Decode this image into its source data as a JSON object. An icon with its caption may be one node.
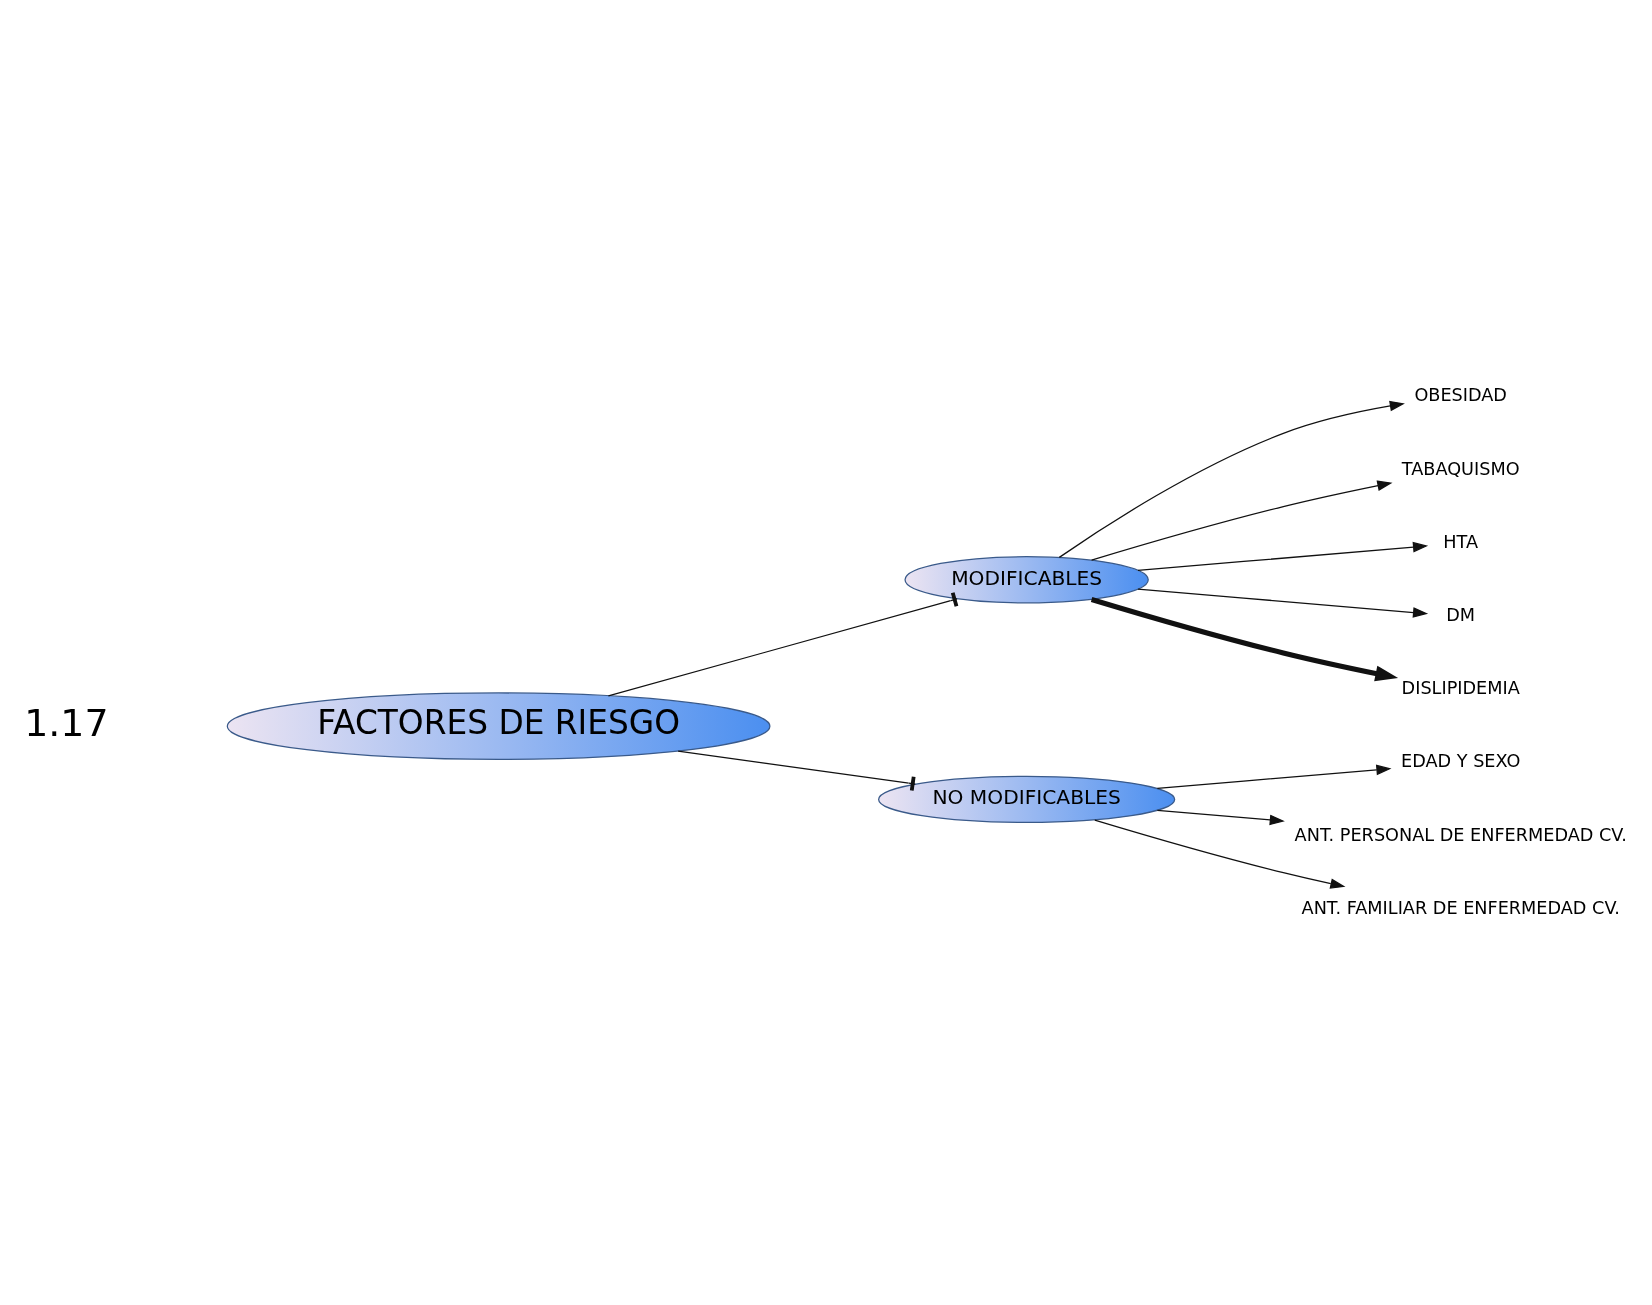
{
  "diagram": {
    "nodes": [
      {
        "text": [
          "FACTORES DE RIESGO"
        ]
      },
      {
        "text": [
          "MODIFICABLES"
        ]
      },
      {
        "text": [
          "NO MODIFICABLES"
        ]
      },
      {
        "text": [
          "OBESIDAD"
        ]
      },
      {
        "text": [
          "TABAQUISMO"
        ]
      },
      {
        "text": [
          "HTA"
        ]
      },
      {
        "text": [
          "DM"
        ]
      },
      {
        "text": [
          "DISLIPIDEMIA"
        ]
      },
      {
        "text": [
          "EDAD Y SEXO"
        ]
      },
      {
        "text": [
          "ANT. PERSONAL DE ENFERMEDAD CV."
        ]
      },
      {
        "text": [
          "ANT. FAMILIAR DE ENFERMEDAD CV."
        ]
      }
    ],
    "edges": [
      {
        "from": 0,
        "to": 1,
        "arrow": "other"
      },
      {
        "from": 1,
        "to": 3,
        "arrow": "to"
      },
      {
        "from": 1,
        "to": 4,
        "arrow": "to"
      },
      {
        "from": 1,
        "to": 5,
        "arrow": "to"
      },
      {
        "from": 1,
        "to": 6,
        "arrow": "to"
      },
      {
        "from": 1,
        "to": 7,
        "arrow": "to",
        "style": "thick"
      },
      {
        "from": 0,
        "to": 2,
        "arrow": "other"
      },
      {
        "from": 2,
        "to": 8,
        "arrow": "to"
      },
      {
        "from": 2,
        "to": 9,
        "arrow": "to"
      },
      {
        "from": 2,
        "to": 10,
        "arrow": "to"
      }
    ],
    "labels": [
      "1.17"
    ]
  }
}
